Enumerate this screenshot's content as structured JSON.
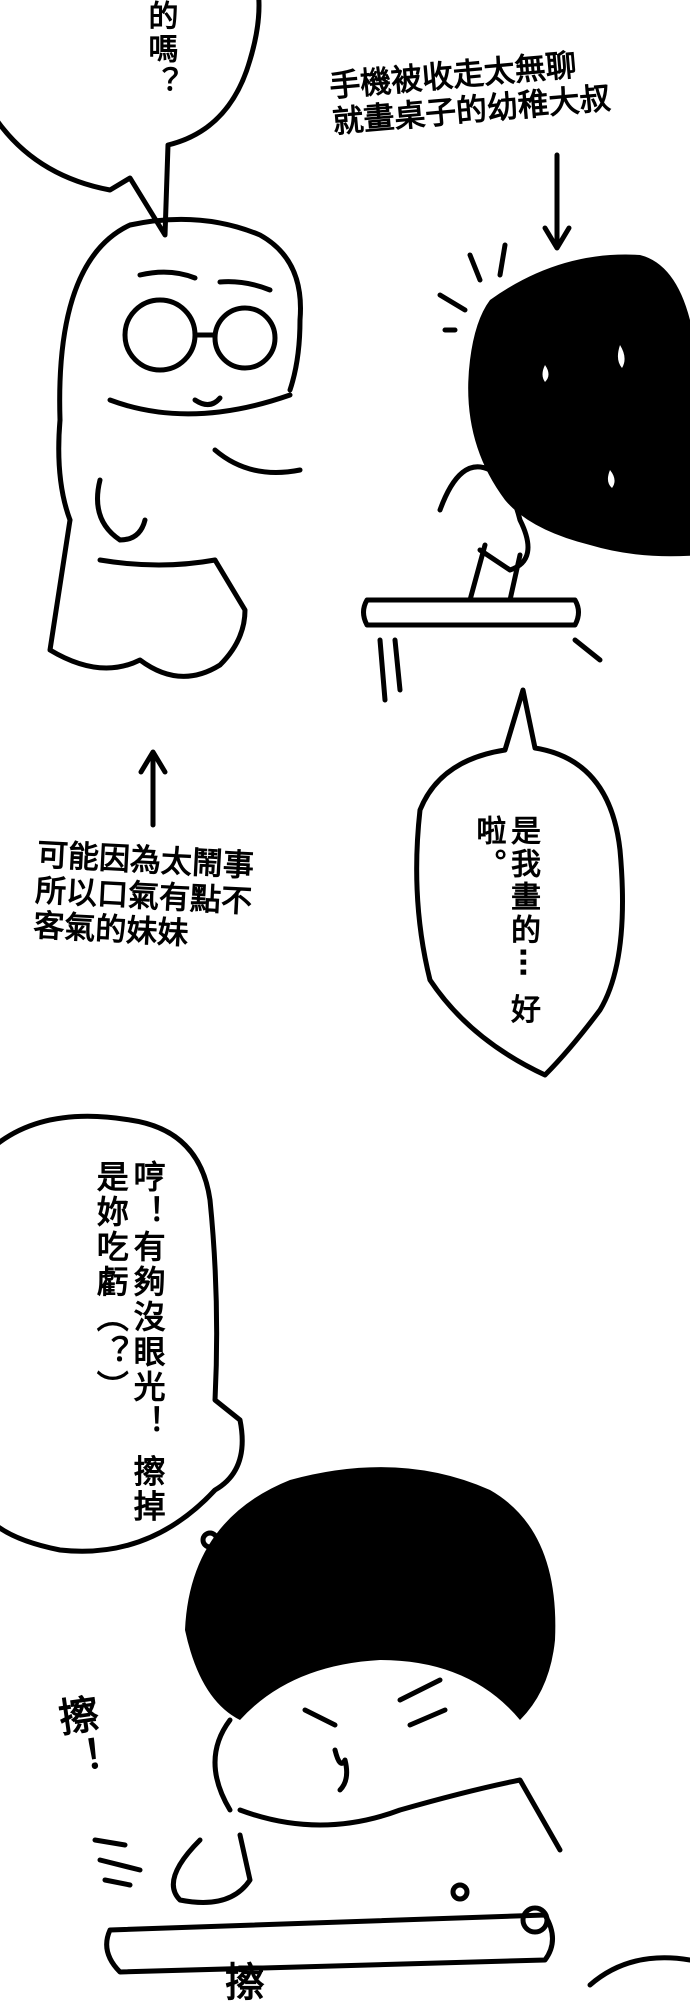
{
  "panel1": {
    "bubble_top": "的嗎？",
    "caption_boy": [
      "手機被收走太無聊",
      "就畫桌子的幼稚大叔"
    ],
    "caption_girl": [
      "可能因為太鬧事",
      "所以口氣有點不",
      "客氣的妹妹"
    ],
    "bubble_boy": [
      "是我畫的⋯",
      "好啦。"
    ]
  },
  "panel2": {
    "bubble": [
      "哼！有夠沒眼光！",
      "擦掉是妳吃虧（？）"
    ],
    "sfx_1": "擦！",
    "sfx_2": "擦"
  }
}
